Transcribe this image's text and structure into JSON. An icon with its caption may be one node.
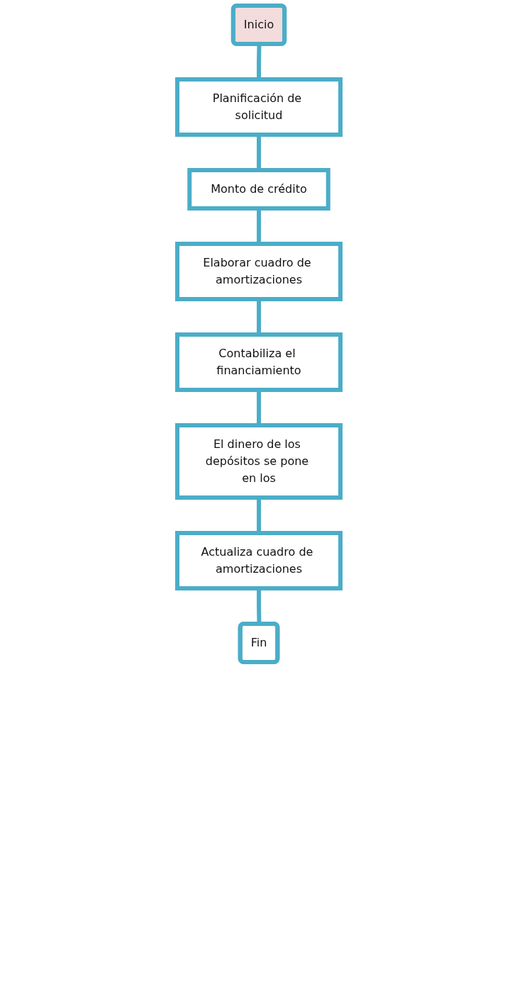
{
  "diagram": {
    "nodes": [
      {
        "text": [
          "Inicio"
        ]
      },
      {
        "text": [
          "Planificación de solicitud"
        ]
      },
      {
        "text": [
          "Monto de crédito"
        ]
      },
      {
        "text": [
          "Elaborar cuadro de amortizaciones"
        ]
      },
      {
        "text": [
          "Contabiliza el financiamiento"
        ]
      },
      {
        "text": [
          "El dinero de los depósitos se pone en los"
        ]
      },
      {
        "text": [
          "Actualiza cuadro de amortizaciones"
        ]
      },
      {
        "text": [
          "Fin"
        ]
      }
    ],
    "edges": [
      {
        "from": 0,
        "to": 1,
        "arrow": "none"
      },
      {
        "from": 1,
        "to": 2,
        "arrow": "none"
      },
      {
        "from": 2,
        "to": 3,
        "arrow": "none"
      },
      {
        "from": 3,
        "to": 4,
        "arrow": "none"
      },
      {
        "from": 4,
        "to": 5,
        "arrow": "none"
      },
      {
        "from": 5,
        "to": 6,
        "arrow": "none"
      },
      {
        "from": 6,
        "to": 7,
        "arrow": "none"
      }
    ]
  }
}
